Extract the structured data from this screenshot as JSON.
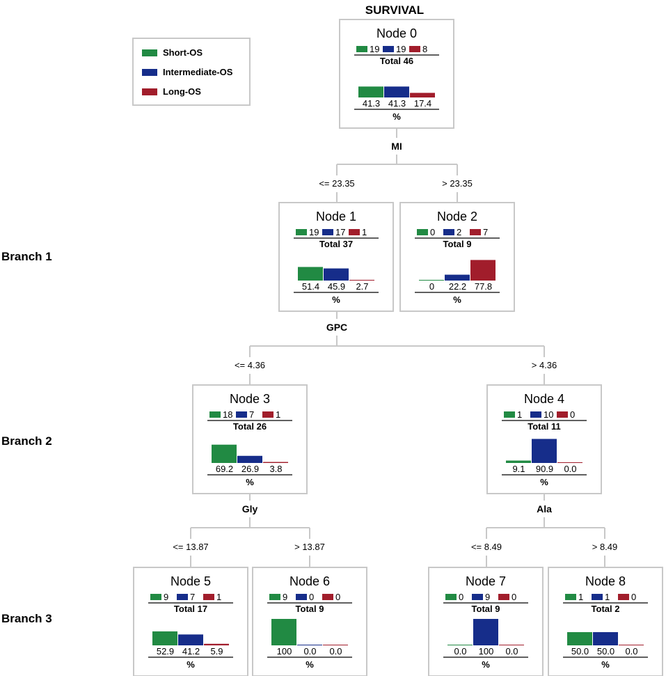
{
  "title": "SURVIVAL",
  "legend": [
    {
      "label": "Short-OS",
      "color": "#218a43"
    },
    {
      "label": "Intermediate-OS",
      "color": "#162d8a"
    },
    {
      "label": "Long-OS",
      "color": "#a11d2b"
    }
  ],
  "branches": [
    "Branch 1",
    "Branch 2",
    "Branch 3"
  ],
  "total_prefix": "Total",
  "percent_symbol": "%",
  "nodes": [
    {
      "id": 0,
      "title": "Node 0",
      "counts": [
        "19",
        "19",
        "8"
      ],
      "total": "46",
      "percents": [
        "41.3",
        "41.3",
        "17.4"
      ]
    },
    {
      "id": 1,
      "title": "Node 1",
      "counts": [
        "19",
        "17",
        "1"
      ],
      "total": "37",
      "percents": [
        "51.4",
        "45.9",
        "2.7"
      ]
    },
    {
      "id": 2,
      "title": "Node 2",
      "counts": [
        "0",
        "2",
        "7"
      ],
      "total": "9",
      "percents": [
        "0",
        "22.2",
        "77.8"
      ]
    },
    {
      "id": 3,
      "title": "Node 3",
      "counts": [
        "18",
        "7",
        "1"
      ],
      "total": "26",
      "percents": [
        "69.2",
        "26.9",
        "3.8"
      ]
    },
    {
      "id": 4,
      "title": "Node 4",
      "counts": [
        "1",
        "10",
        "0"
      ],
      "total": "11",
      "percents": [
        "9.1",
        "90.9",
        "0.0"
      ]
    },
    {
      "id": 5,
      "title": "Node 5",
      "counts": [
        "9",
        "7",
        "1"
      ],
      "total": "17",
      "percents": [
        "52.9",
        "41.2",
        "5.9"
      ]
    },
    {
      "id": 6,
      "title": "Node 6",
      "counts": [
        "9",
        "0",
        "0"
      ],
      "total": "9",
      "percents": [
        "100",
        "0.0",
        "0.0"
      ]
    },
    {
      "id": 7,
      "title": "Node 7",
      "counts": [
        "0",
        "9",
        "0"
      ],
      "total": "9",
      "percents": [
        "0.0",
        "100",
        "0.0"
      ]
    },
    {
      "id": 8,
      "title": "Node 8",
      "counts": [
        "1",
        "1",
        "0"
      ],
      "total": "2",
      "percents": [
        "50.0",
        "50.0",
        "0.0"
      ]
    }
  ],
  "splits": [
    {
      "parent": 0,
      "variable": "MI",
      "left_condition": "<= 23.35",
      "right_condition": "> 23.35",
      "left_child": 1,
      "right_child": 2
    },
    {
      "parent": 1,
      "variable": "GPC",
      "left_condition": "<= 4.36",
      "right_condition": "> 4.36",
      "left_child": 3,
      "right_child": 4
    },
    {
      "parent": 3,
      "variable": "Gly",
      "left_condition": "<= 13.87",
      "right_condition": "> 13.87",
      "left_child": 5,
      "right_child": 6
    },
    {
      "parent": 4,
      "variable": "Ala",
      "left_condition": "<= 8.49",
      "right_condition": "> 8.49",
      "left_child": 7,
      "right_child": 8
    }
  ]
}
